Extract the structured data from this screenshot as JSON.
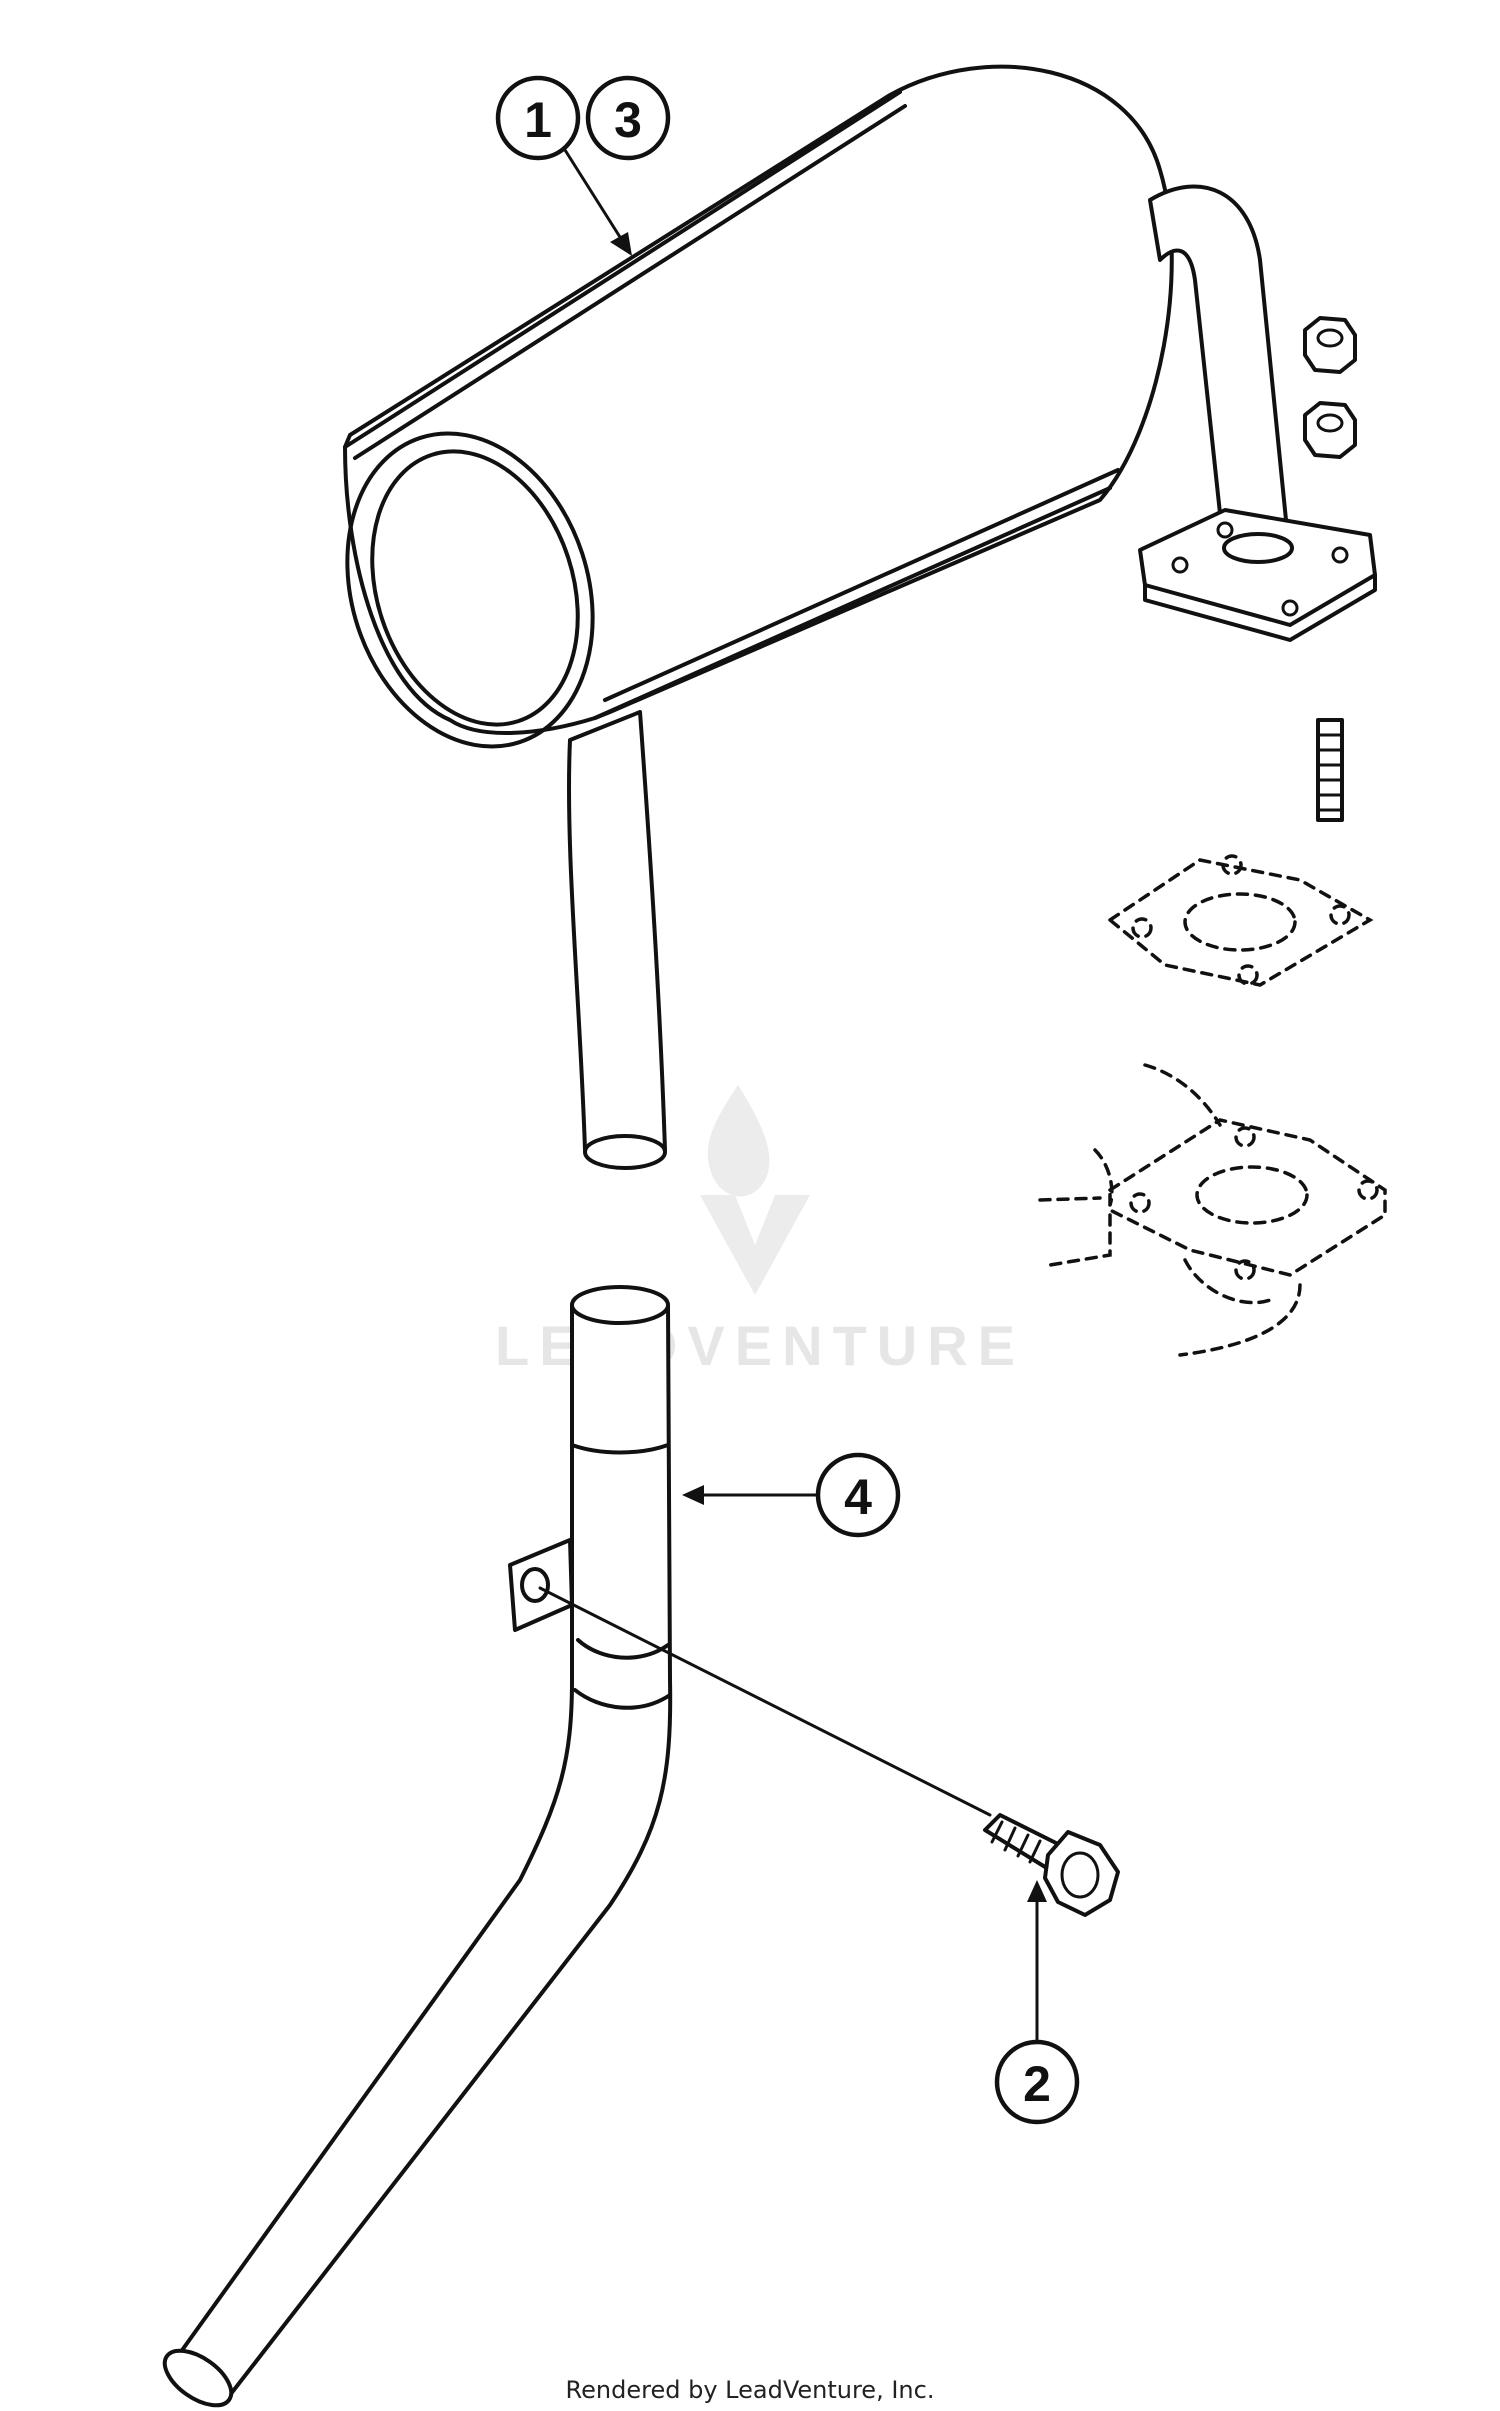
{
  "callouts": [
    {
      "id": "callout-1",
      "label": "1"
    },
    {
      "id": "callout-3",
      "label": "3"
    },
    {
      "id": "callout-4",
      "label": "4"
    },
    {
      "id": "callout-2",
      "label": "2"
    }
  ],
  "watermark": {
    "text": "LEADVENTURE"
  },
  "footer": {
    "text": "Rendered by LeadVenture, Inc."
  }
}
